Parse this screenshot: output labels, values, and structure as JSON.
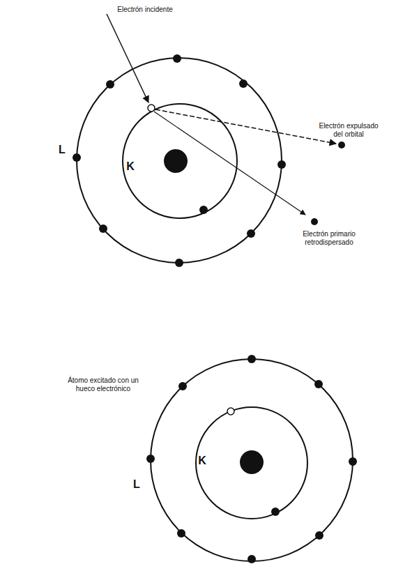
{
  "diagram": {
    "labels": [
      "Electrón incidente",
      "Electrón expulsado del orbital",
      "Electrón primario retrodispersado",
      "L",
      "K",
      "Átomo excitado con un hueco electrónico",
      "L",
      "K"
    ]
  }
}
